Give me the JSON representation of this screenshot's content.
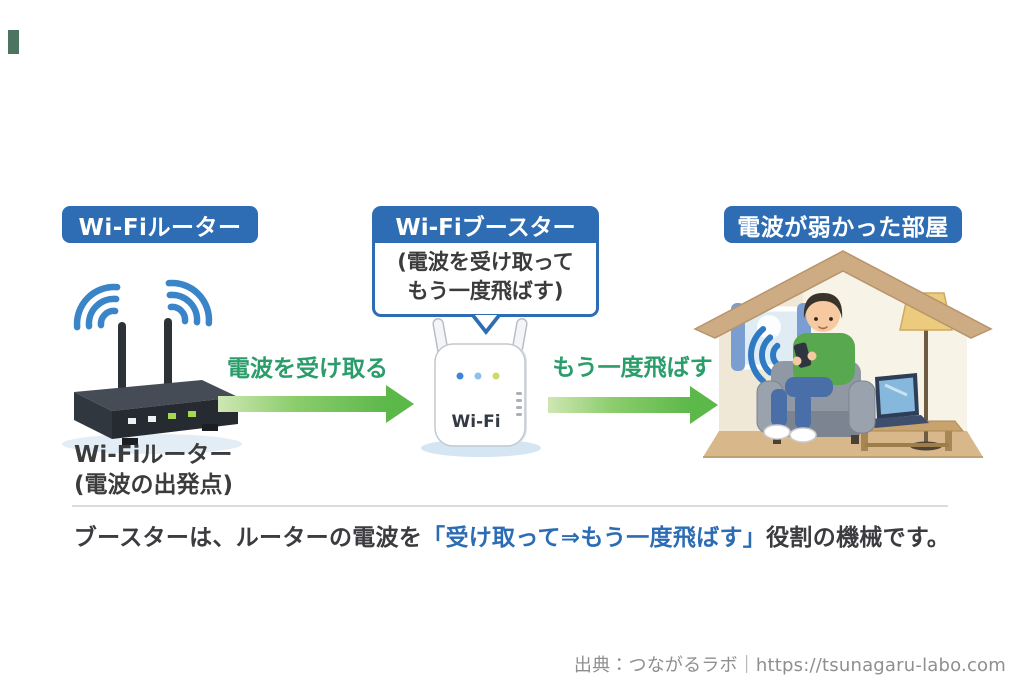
{
  "header_labels": {
    "router": "Wi-Fiルーター",
    "booster": "Wi-Fiブースター",
    "room": "電波が弱かった部屋"
  },
  "booster_bubble": {
    "line1": "(電波を受け取って",
    "line2": "もう一度飛ばす)"
  },
  "router_caption": {
    "line1": "Wi-Fiルーター",
    "line2": "(電波の出発点)"
  },
  "arrows": {
    "receive": "電波を受け取る",
    "resend": "もう一度飛ばす"
  },
  "booster_device": {
    "label": "Wi-Fi"
  },
  "summary": {
    "prefix": "ブースターは、ルーターの電波を",
    "highlight": "「受け取って⇒もう一度飛ばす」",
    "suffix": "役割の機械です。"
  },
  "attribution": "出典：つながるラボ｜https://tsunagaru-labo.com",
  "colors": {
    "label_blue": "#2e6db4",
    "arrow_green": "#5cb848",
    "arrow_text_green": "#2a9d6b",
    "summary_highlight_blue": "#2b6cb5",
    "text_dark": "#3b3b40",
    "wifi_wave_blue": "#3a84c8",
    "attribution_gray": "#8f8f8f"
  }
}
